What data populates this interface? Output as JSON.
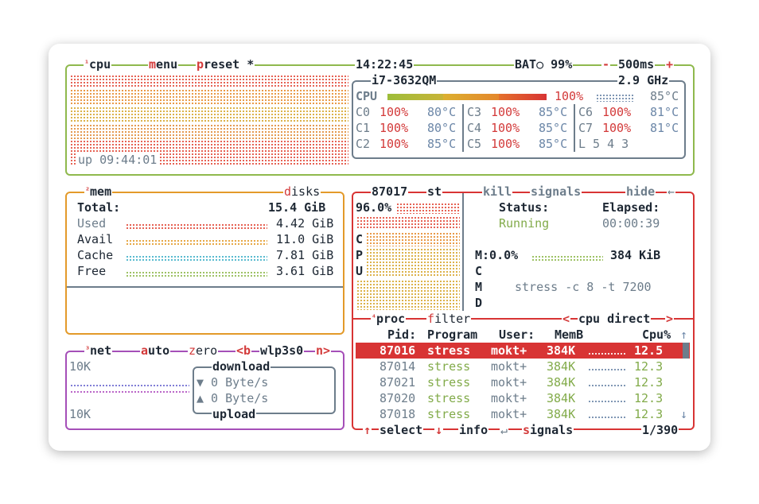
{
  "colors": {
    "cpu_box": "#8fb94d",
    "mem_box": "#e39a2a",
    "net_box": "#a54fb8",
    "proc_box": "#d83434",
    "accent": "#d33a3a",
    "text": "#1d2733"
  },
  "top": {
    "cpu_num": "¹",
    "cpu_label": "cpu",
    "menu_label": "menu",
    "preset_label": "preset *",
    "clock": "14:22:45",
    "battery": "BAT○ 99%",
    "minus": "-",
    "interval": "500ms",
    "plus": "+"
  },
  "cpu": {
    "uptime": "up 09:44:01",
    "model": "i7-3632QM",
    "freq": "2.9 GHz",
    "total_label": "CPU",
    "total_pct": "100%",
    "total_temp": "85°C",
    "cores": [
      {
        "label": "C0",
        "pct": "100%",
        "temp": "80°C"
      },
      {
        "label": "C1",
        "pct": "100%",
        "temp": "80°C"
      },
      {
        "label": "C2",
        "pct": "100%",
        "temp": "85°C"
      },
      {
        "label": "C3",
        "pct": "100%",
        "temp": "85°C"
      },
      {
        "label": "C4",
        "pct": "100%",
        "temp": "85°C"
      },
      {
        "label": "C5",
        "pct": "100%",
        "temp": "85°C"
      },
      {
        "label": "C6",
        "pct": "100%",
        "temp": "81°C"
      },
      {
        "label": "C7",
        "pct": "100%",
        "temp": "81°C"
      }
    ],
    "load": "L 5 4 3"
  },
  "mem": {
    "num": "²",
    "label": "mem",
    "disks_label": "disks",
    "total_label": "Total:",
    "total_value": "15.4 GiB",
    "rows": [
      {
        "label": "Used",
        "value": "4.42 GiB"
      },
      {
        "label": "Avail",
        "value": "11.0 GiB"
      },
      {
        "label": "Cache",
        "value": "7.81 GiB"
      },
      {
        "label": "Free",
        "value": "3.61 GiB"
      }
    ]
  },
  "net": {
    "num": "³",
    "label": "net",
    "auto_label": "auto",
    "zero_label": "zero",
    "prev": "<b",
    "iface": "wlp3s0",
    "next": "n>",
    "scale_top": "10K",
    "scale_bottom": "10K",
    "download_label": "download",
    "download_rate": "▼ 0 Byte/s",
    "upload_rate": "▲ 0 Byte/s",
    "upload_label": "upload"
  },
  "detail": {
    "pid": "87017",
    "state": "st",
    "kill_label": "kill",
    "signals_label": "signals",
    "hide_label": "hide",
    "back": "←",
    "cpu_pct": "96.0%",
    "cpu_letters": [
      "C",
      "P",
      "U"
    ],
    "status_label": "Status:",
    "status_value": "Running",
    "elapsed_label": "Elapsed:",
    "elapsed_value": "00:00:39",
    "mem_label": "M:0.0%",
    "mem_value": "384 KiB",
    "cmd_letters": [
      "C",
      "M",
      "D"
    ],
    "cmd_value": "stress -c 8 -t 7200"
  },
  "proc": {
    "num": "⁴",
    "label": "proc",
    "filter_label": "filter",
    "sort_prev": "<",
    "sort": "cpu direct",
    "sort_next": ">",
    "headers": {
      "pid": "Pid:",
      "program": "Program",
      "user": "User:",
      "mem": "MemB",
      "cpu": "Cpu%"
    },
    "rows": [
      {
        "pid": "87016",
        "program": "stress",
        "user": "mokt+",
        "mem": "384K",
        "cpu": "12.5"
      },
      {
        "pid": "87014",
        "program": "stress",
        "user": "mokt+",
        "mem": "384K",
        "cpu": "12.3"
      },
      {
        "pid": "87021",
        "program": "stress",
        "user": "mokt+",
        "mem": "384K",
        "cpu": "12.3"
      },
      {
        "pid": "87020",
        "program": "stress",
        "user": "mokt+",
        "mem": "384K",
        "cpu": "12.3"
      },
      {
        "pid": "87018",
        "program": "stress",
        "user": "mokt+",
        "mem": "384K",
        "cpu": "12.3"
      }
    ],
    "up_arrow": "↑",
    "select_label": "select",
    "down_arrow": "↓",
    "info_label": "info",
    "enter": "↵",
    "signals_label": "signals",
    "count": "1/390"
  }
}
